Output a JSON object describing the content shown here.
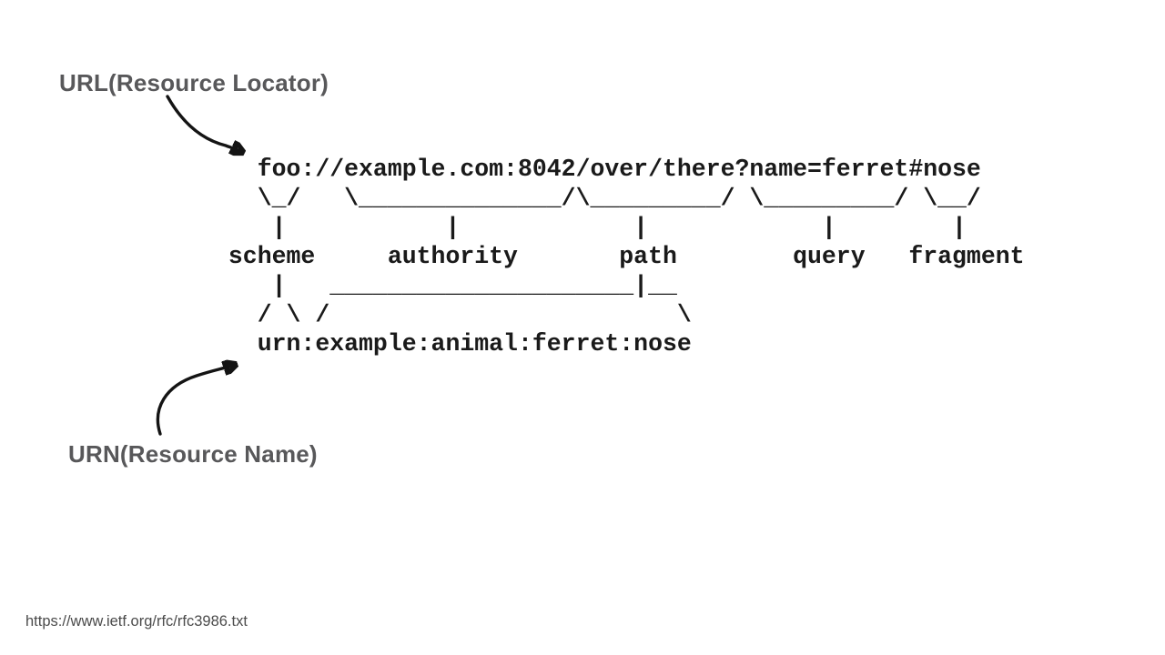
{
  "slide": {
    "background": "#ffffff"
  },
  "callouts": {
    "url_label": "URL(Resource Locator)",
    "urn_label": "URN(Resource Name)"
  },
  "diagram": {
    "uri_example": "foo://example.com:8042/over/there?name=ferret#nose",
    "urn_example": "urn:example:animal:ferret:nose",
    "components": [
      "scheme",
      "authority",
      "path",
      "query",
      "fragment"
    ],
    "ascii_lines": [
      "   foo://example.com:8042/over/there?name=ferret#nose",
      "   \\_/   \\______________/\\_________/ \\_________/ \\__/",
      "    |           |            |            |        |",
      " scheme     authority       path        query   fragment",
      "    |   _____________________|__",
      "   / \\ /                        \\",
      "   urn:example:animal:ferret:nose"
    ]
  },
  "footer": {
    "source_url": "https://www.ietf.org/rfc/rfc3986.txt"
  },
  "colors": {
    "callout_text": "#58585a",
    "ascii_text": "#1a1a1a",
    "footer_text": "#4b4b4b",
    "arrow": "#141414"
  }
}
